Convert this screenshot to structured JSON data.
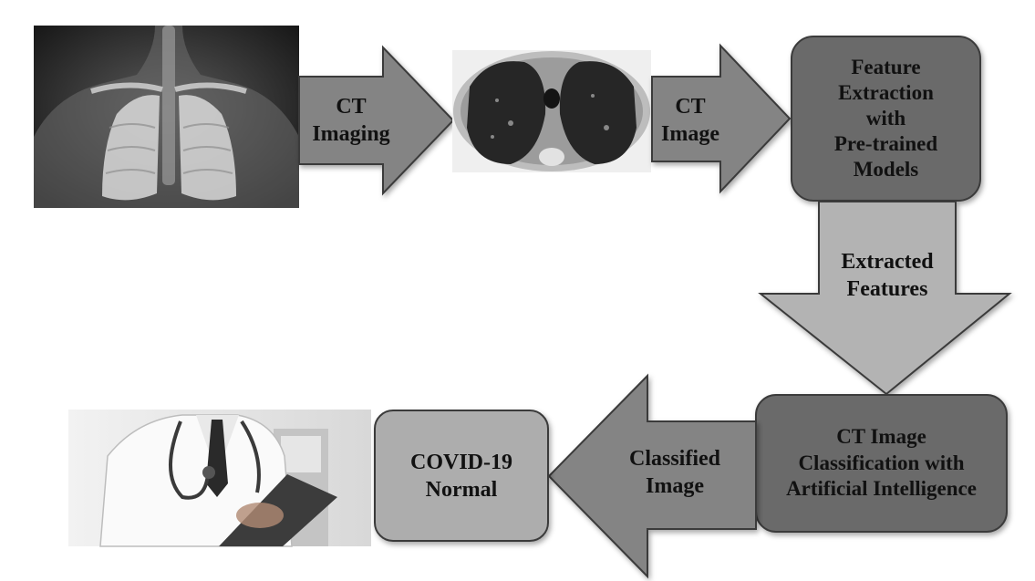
{
  "diagram": {
    "images": {
      "xray": "chest-xray-lungs-image",
      "ct_scan": "ct-scan-lungs-image",
      "doctor": "doctor-with-clipboard-image"
    },
    "arrows": {
      "ct_imaging": "CT\nImaging",
      "ct_image": "CT\nImage",
      "extracted_features": "Extracted\nFeatures",
      "classified_image": "Classified\nImage"
    },
    "boxes": {
      "feature_extraction": "Feature\nExtraction\nwith\nPre-trained\nModels",
      "classification": "CT Image\nClassification with\nArtificial Intelligence",
      "result": "COVID-19\nNormal"
    },
    "colors": {
      "arrow_fill": "#848484",
      "arrow_light": "#b3b3b3",
      "box_dark": "#6a6a6a",
      "box_light": "#adadad",
      "stroke": "#3a3a3a"
    }
  }
}
